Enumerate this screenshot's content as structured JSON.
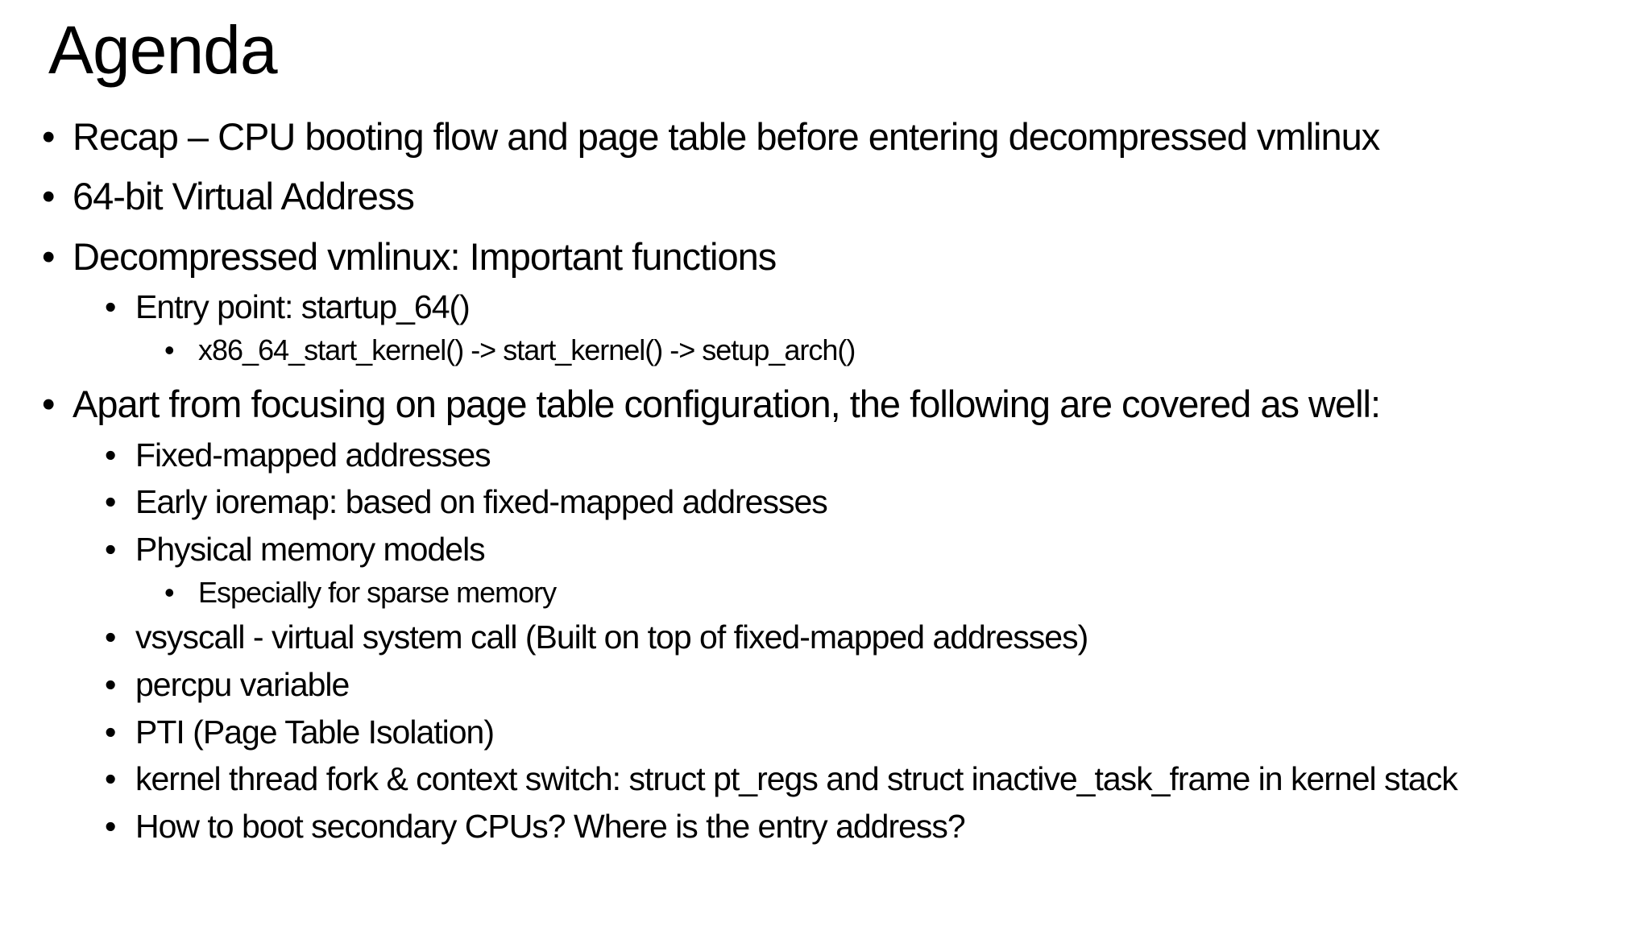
{
  "slide": {
    "title": "Agenda",
    "bullet_glyph": "•",
    "colors": {
      "text": "#000000",
      "background": "#ffffff"
    },
    "bullets": [
      {
        "level": 1,
        "text": "Recap – CPU booting flow and page table before entering decompressed vmlinux"
      },
      {
        "level": 1,
        "text": "64-bit Virtual Address"
      },
      {
        "level": 1,
        "text": "Decompressed vmlinux: Important functions"
      },
      {
        "level": 2,
        "text": "Entry point: startup_64()"
      },
      {
        "level": 3,
        "text": "x86_64_start_kernel() -> start_kernel() -> setup_arch()"
      },
      {
        "level": 1,
        "text": "Apart from focusing on page table configuration, the following are covered as well:"
      },
      {
        "level": 2,
        "text": "Fixed-mapped addresses"
      },
      {
        "level": 2,
        "text": "Early ioremap: based on fixed-mapped addresses"
      },
      {
        "level": 2,
        "text": "Physical memory models"
      },
      {
        "level": 3,
        "text": "Especially for sparse memory"
      },
      {
        "level": 2,
        "text": "vsyscall - virtual system call (Built on top of fixed-mapped addresses)"
      },
      {
        "level": 2,
        "text": "percpu variable"
      },
      {
        "level": 2,
        "text": "PTI (Page Table Isolation)"
      },
      {
        "level": 2,
        "text": "kernel thread fork & context switch: struct pt_regs and struct inactive_task_frame in kernel stack"
      },
      {
        "level": 2,
        "text": "How to boot secondary CPUs? Where is the entry address?"
      }
    ]
  }
}
